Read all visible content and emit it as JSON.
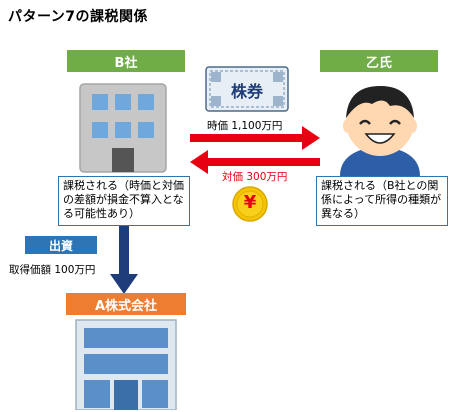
{
  "title": "パターン7の課税関係",
  "b_company": {
    "label": "B社",
    "note": "課税される（時価と対価の差額が損金不算入となる可能性あり）"
  },
  "otsu": {
    "label": "乙氏",
    "note": "課税される（B社との関係によって所得の種類が異なる）"
  },
  "stock_certificate": {
    "text": "株券"
  },
  "arrow_market_value": {
    "label": "時価 1,100万円"
  },
  "arrow_consideration": {
    "label": "対価 300万円"
  },
  "yen_coin": {
    "symbol": "¥"
  },
  "investment": {
    "badge": "出資",
    "amount": "取得価額 100万円"
  },
  "a_company": {
    "label": "A株式会社"
  },
  "colors": {
    "green": "#70ad47",
    "blue": "#2e75b6",
    "red": "#e60012",
    "navy": "#1f3d7a",
    "orange": "#ed7d31",
    "coin_yellow": "#f5c400"
  }
}
